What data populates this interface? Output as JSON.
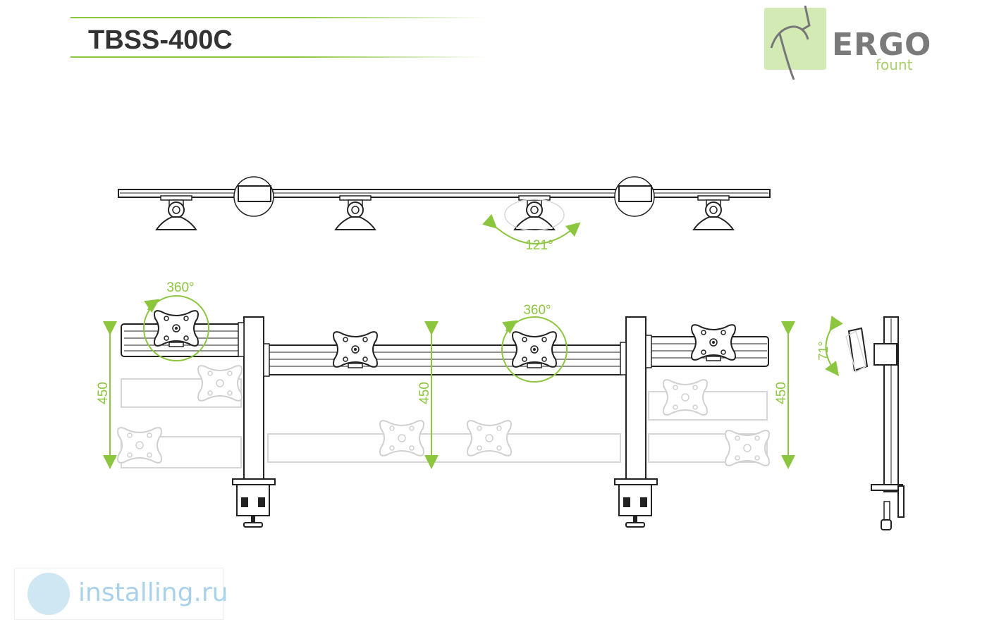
{
  "header": {
    "title": "TBSS-400C"
  },
  "logo": {
    "brand": "ERGO",
    "sub": "fount"
  },
  "top_view": {
    "tilt_angle": "121°"
  },
  "front_view": {
    "rotation_left": "360°",
    "rotation_center": "360°",
    "height_left": "450",
    "height_center": "450",
    "height_right": "450"
  },
  "side_view": {
    "tilt_angle": "71°"
  },
  "watermark": {
    "text": "installing.ru"
  },
  "colors": {
    "accent": "#8cc63f",
    "line": "#222222",
    "ghost": "#cfcfcf",
    "logo_grey": "#7a7a7a"
  }
}
